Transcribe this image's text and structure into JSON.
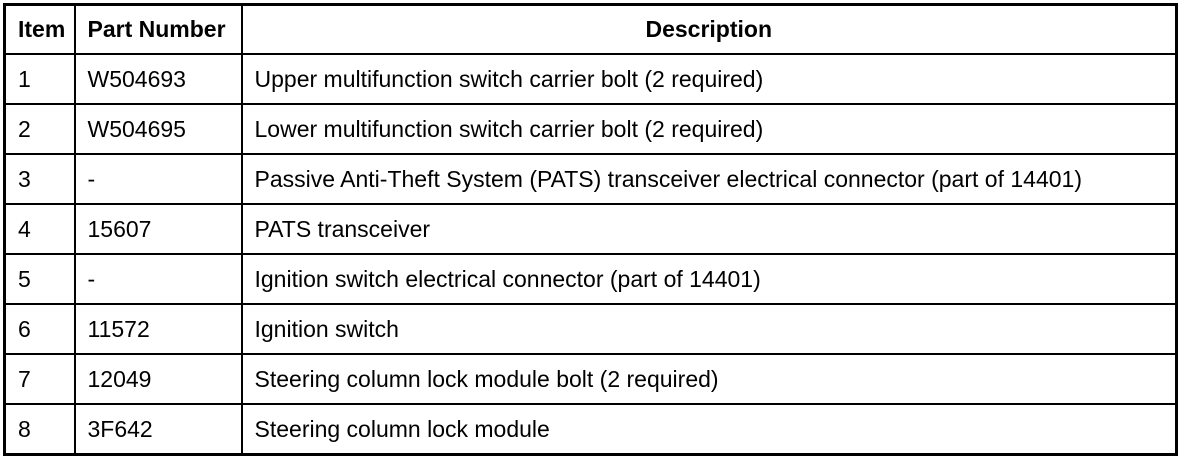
{
  "table": {
    "columns": [
      {
        "key": "item",
        "label": "Item",
        "align": "left"
      },
      {
        "key": "part_number",
        "label": "Part Number",
        "align": "left"
      },
      {
        "key": "description",
        "label": "Description",
        "align": "center"
      }
    ],
    "rows": [
      {
        "item": "1",
        "part_number": "W504693",
        "description": "Upper multifunction switch carrier bolt (2 required)"
      },
      {
        "item": "2",
        "part_number": "W504695",
        "description": "Lower multifunction switch carrier bolt (2 required)"
      },
      {
        "item": "3",
        "part_number": "-",
        "description": "Passive Anti-Theft System (PATS) transceiver electrical connector (part of 14401)"
      },
      {
        "item": "4",
        "part_number": "15607",
        "description": "PATS transceiver"
      },
      {
        "item": "5",
        "part_number": "-",
        "description": "Ignition switch electrical connector (part of 14401)"
      },
      {
        "item": "6",
        "part_number": "11572",
        "description": "Ignition switch"
      },
      {
        "item": "7",
        "part_number": "12049",
        "description": "Steering column lock module bolt (2 required)"
      },
      {
        "item": "8",
        "part_number": "3F642",
        "description": "Steering column lock module"
      }
    ]
  },
  "colors": {
    "border": "#000000",
    "text": "#000000",
    "background": "#ffffff"
  }
}
